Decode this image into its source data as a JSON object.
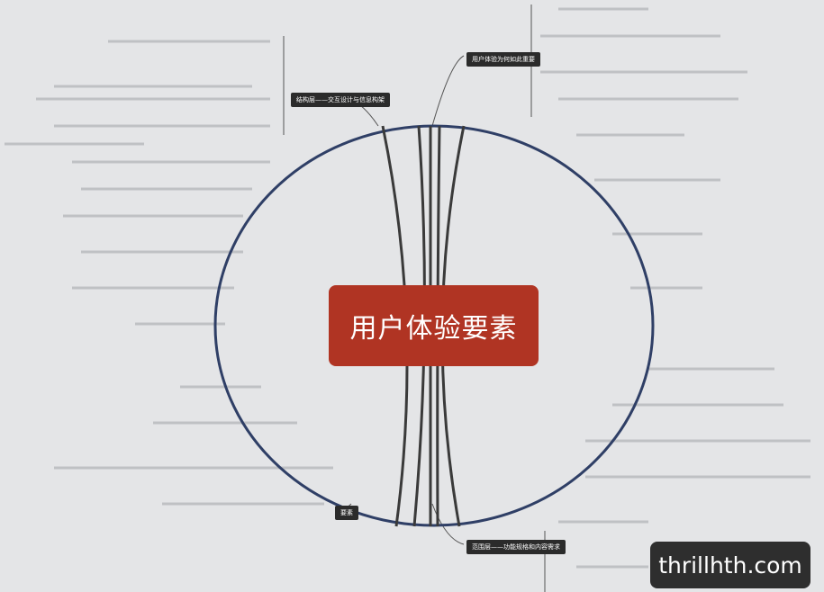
{
  "center_title": "用户体验要素",
  "branches": {
    "top_right": "用户体验为何如此重要",
    "left": "结构层——交互设计与信息构架",
    "bottom": "范围层——功能规格和内容需求",
    "bottom_left": "要素"
  },
  "watermark": "thrillhth.com",
  "colors": {
    "center": "#b03423",
    "node": "#2b2b2b",
    "ellipse": "#2f3f66",
    "background": "#e4e5e7"
  }
}
